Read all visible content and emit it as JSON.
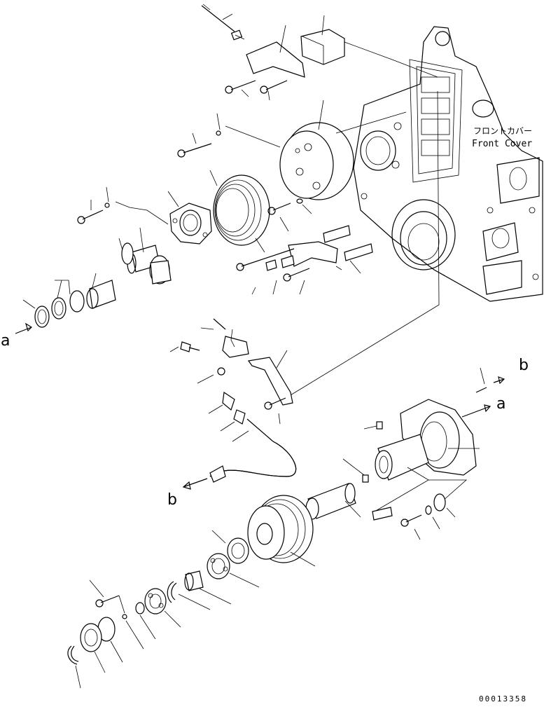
{
  "cover_label": {
    "jp": "フロントカバー",
    "en": "Front Cover"
  },
  "markers": {
    "a": "a",
    "b": "b"
  },
  "drawing_number": "00013358"
}
